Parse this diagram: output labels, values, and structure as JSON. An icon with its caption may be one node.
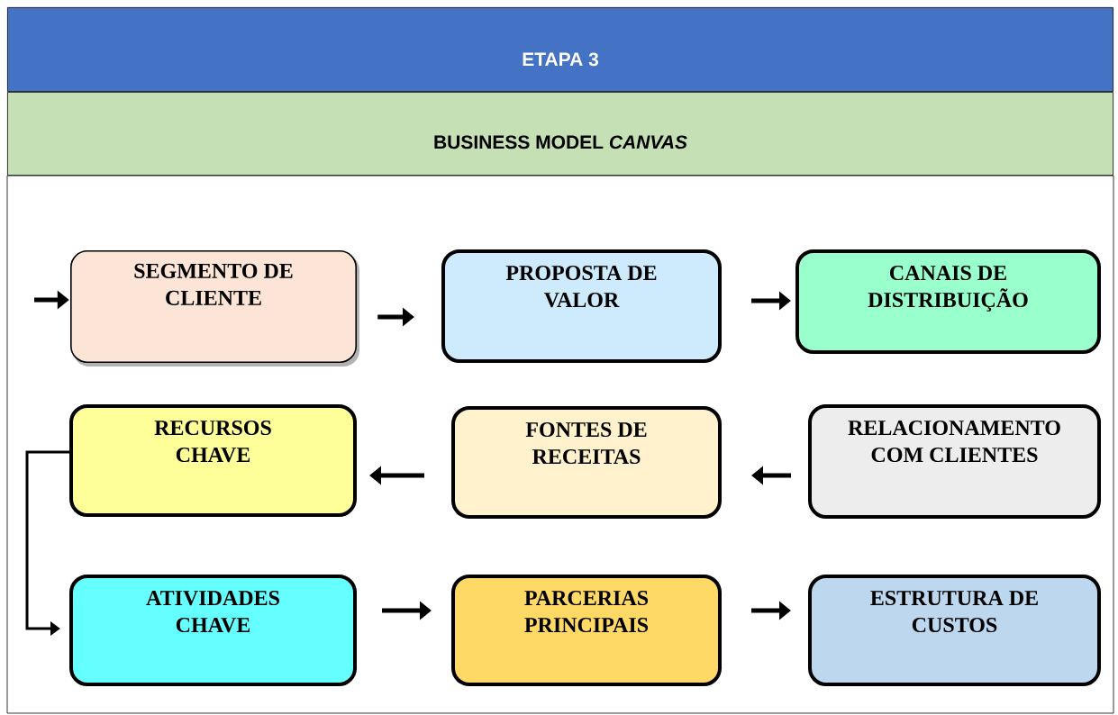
{
  "diagram": {
    "nodes": [
      {
        "text": [
          "ETAPA 3"
        ]
      },
      {
        "text": [
          "BUSINESS MODEL *CANVAS*"
        ]
      },
      {
        "text": [
          "SEGMENTO DE CLIENTE"
        ]
      },
      {
        "text": [
          "PROPOSTA DE VALOR"
        ]
      },
      {
        "text": [
          "CANAIS DE DISTRIBUIÇÃO"
        ]
      },
      {
        "text": [
          "RECURSOS CHAVE"
        ]
      },
      {
        "text": [
          "FONTES DE RECEITAS"
        ]
      },
      {
        "text": [
          "RELACIONAMENTO COM CLIENTES"
        ]
      },
      {
        "text": [
          "ATIVIDADES CHAVE"
        ]
      },
      {
        "text": [
          "PARCERIAS PRINCIPAIS"
        ]
      },
      {
        "text": [
          "ESTRUTURA DE CUSTOS"
        ]
      }
    ],
    "edges": [
      {
        "from": null,
        "to": 2,
        "arrow": "to"
      },
      {
        "from": 2,
        "to": 3,
        "arrow": "to"
      },
      {
        "from": 3,
        "to": 4,
        "arrow": "to"
      },
      {
        "from": 7,
        "to": 6,
        "arrow": "to"
      },
      {
        "from": 6,
        "to": 5,
        "arrow": "to"
      },
      {
        "from": 5,
        "to": 8,
        "arrow": "to"
      },
      {
        "from": 8,
        "to": 9,
        "arrow": "to"
      },
      {
        "from": 9,
        "to": 10,
        "arrow": "to"
      }
    ]
  }
}
